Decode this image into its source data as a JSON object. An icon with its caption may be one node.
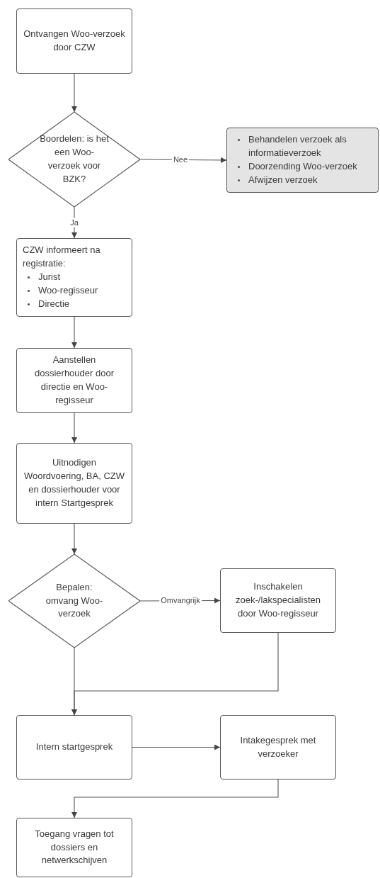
{
  "diagram": {
    "nodes": [
      {
        "text": [
          "Ontvangen Woo-verzoek door CZW"
        ]
      },
      {
        "text": [
          "Boordelen: is het een Woo-verzoek voor BZK?"
        ]
      },
      {
        "text": [
          "Behandelen verzoek als informatieverzoek",
          "Doorzending Woo-verzoek",
          "Afwijzen verzoek"
        ]
      },
      {
        "text": [
          "CZW informeert na registratie:",
          "Jurist",
          "Woo-regisseur",
          "Directie"
        ]
      },
      {
        "text": [
          "Aanstellen dossierhouder door directie en Woo-regisseur"
        ]
      },
      {
        "text": [
          "Uitnodigen Woordvoering, BA, CZW en dossierhouder voor intern Startgesprek"
        ]
      },
      {
        "text": [
          "Bepalen: omvang Woo-verzoek"
        ]
      },
      {
        "text": [
          "Inschakelen zoek-/lakspecialisten door Woo-regisseur"
        ]
      },
      {
        "text": [
          "Intern startgesprek"
        ]
      },
      {
        "text": [
          "Intakegesprek met verzoeker"
        ]
      },
      {
        "text": [
          "Toegang vragen tot dossiers en netwerkschijven"
        ]
      }
    ],
    "edges": [
      {
        "from": 0,
        "to": 1,
        "arrow": "to"
      },
      {
        "from": 1,
        "to": 2,
        "arrow": "to",
        "label": "Nee"
      },
      {
        "from": 1,
        "to": 3,
        "arrow": "to",
        "label": "Ja"
      },
      {
        "from": 3,
        "to": 4,
        "arrow": "to"
      },
      {
        "from": 4,
        "to": 5,
        "arrow": "to"
      },
      {
        "from": 5,
        "to": 6,
        "arrow": "to"
      },
      {
        "from": 6,
        "to": 7,
        "arrow": "to",
        "label": "Omvangrijk"
      },
      {
        "from": 6,
        "to": 8,
        "arrow": "to"
      },
      {
        "from": 7,
        "to": 8,
        "arrow": "to"
      },
      {
        "from": 8,
        "to": 9,
        "arrow": "to"
      },
      {
        "from": 9,
        "to": 10,
        "arrow": "to"
      }
    ]
  }
}
